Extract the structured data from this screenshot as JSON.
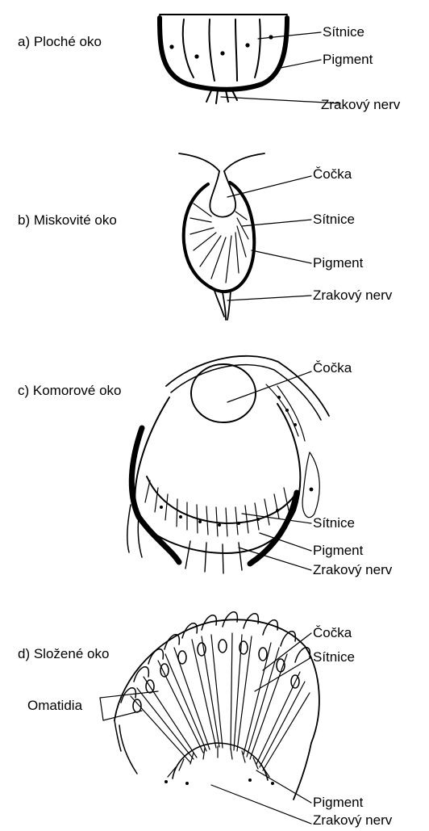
{
  "colors": {
    "ink": "#000000",
    "background": "#ffffff"
  },
  "panels": [
    {
      "title": "a) Ploché oko",
      "labels": [
        "Sítnice",
        "Pigment",
        "Zrakový nerv"
      ]
    },
    {
      "title": "b) Miskovité oko",
      "labels": [
        "Čočka",
        "Sítnice",
        "Pigment",
        "Zrakový nerv"
      ]
    },
    {
      "title": "c) Komorové oko",
      "labels": [
        "Čočka",
        "Sítnice",
        "Pigment",
        "Zrakový nerv"
      ]
    },
    {
      "title": "d) Složené oko",
      "extra_label": "Omatidia",
      "labels": [
        "Čočka",
        "Sítnice",
        "Pigment",
        "Zrakový nerv"
      ]
    }
  ]
}
